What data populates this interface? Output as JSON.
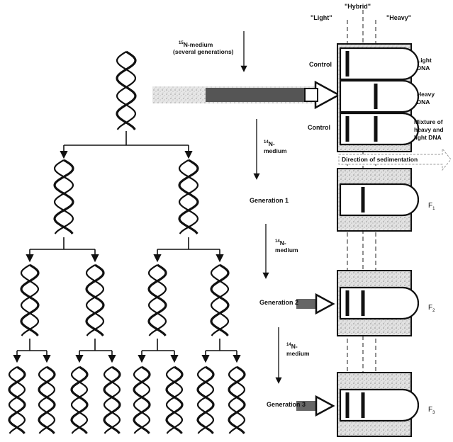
{
  "header": {
    "light": "\"Light\"",
    "hybrid": "\"Hybrid\"",
    "heavy": "\"Heavy\""
  },
  "medium15": {
    "iso": "15",
    "text": "N-medium",
    "sub": "(several generations)"
  },
  "medium14": {
    "iso": "14",
    "line1": "N-",
    "line2": "medium"
  },
  "tubes": {
    "control": "Control",
    "light_dna": [
      "Light",
      "DNA"
    ],
    "heavy_dna": [
      "Heavy",
      "DNA"
    ],
    "mixture": [
      "Mixture of",
      "heavy and",
      "light DNA"
    ],
    "direction": "Direction of sedimentation"
  },
  "generations": {
    "g1": "Generation 1",
    "g2": "Generation 2",
    "g3": "Generation 3",
    "f1": "F",
    "f2": "F",
    "f3": "F",
    "f1_sub": "1",
    "f2_sub": "2",
    "f3_sub": "3"
  },
  "colors": {
    "ink": "#111111",
    "speckle": "#bdbdbd"
  }
}
